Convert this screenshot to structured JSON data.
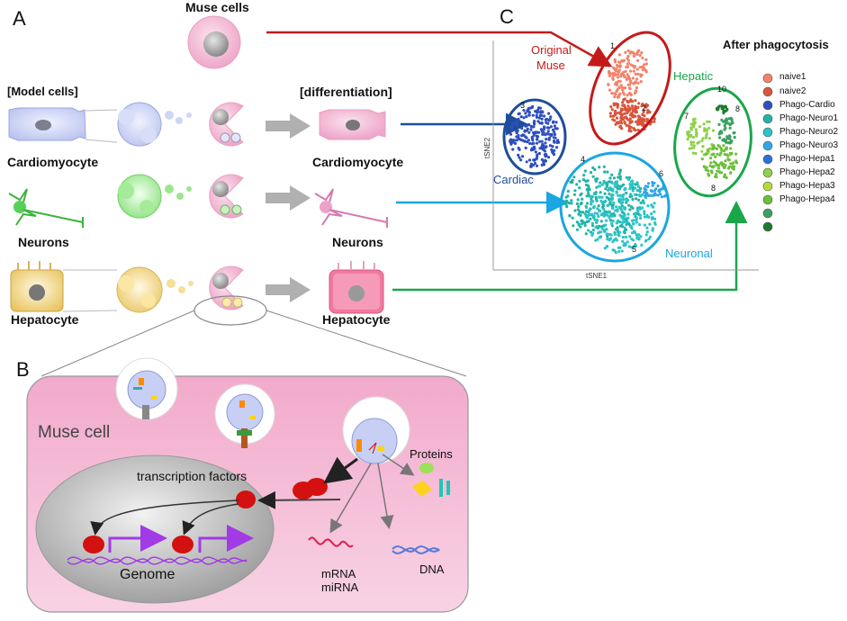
{
  "panels": {
    "a": "A",
    "b": "B",
    "c": "C"
  },
  "panel_a": {
    "muse_cells": "Muse cells",
    "model_cells": "[Model cells]",
    "differentiation": "[differentiation]",
    "rows": [
      {
        "left": "Cardiomyocyte",
        "right": "Cardiomyocyte"
      },
      {
        "left": "Neurons",
        "right": "Neurons"
      },
      {
        "left": "Hepatocyte",
        "right": "Hepatocyte"
      }
    ]
  },
  "panel_b": {
    "muse_cell": "Muse cell",
    "transcription_factors": "transcription factors",
    "proteins": "Proteins",
    "mrna": "mRNA",
    "mirna": "miRNA",
    "dna": "DNA",
    "genome": "Genome"
  },
  "panel_c": {
    "title": "After phagocytosis",
    "xlabel": "tSNE1",
    "ylabel": "tSNE2",
    "cluster_labels": {
      "original": "Original",
      "muse": "Muse",
      "cardiac": "Cardiac",
      "neuronal": "Neuronal",
      "hepatic": "Hepatic"
    },
    "numbers": [
      "1",
      "2",
      "3",
      "4",
      "5",
      "6",
      "7",
      "8",
      "8",
      "10"
    ],
    "legend": [
      {
        "label": "naive1",
        "color": "#f4826a"
      },
      {
        "label": "naive2",
        "color": "#d9553a"
      },
      {
        "label": "Phago-Cardio",
        "color": "#2f4fc0"
      },
      {
        "label": "Phago-Neuro1",
        "color": "#21b3a5"
      },
      {
        "label": "Phago-Neuro2",
        "color": "#2cc4c8"
      },
      {
        "label": "Phago-Neuro3",
        "color": "#2fa6e8"
      },
      {
        "label": "Phago-Hepa1",
        "color": "#2b6ed8"
      },
      {
        "label": "Phago-Hepa2",
        "color": "#8fd14a"
      },
      {
        "label": "Phago-Hepa3",
        "color": "#b6dc3a"
      },
      {
        "label": "Phago-Hepa4",
        "color": "#6cbf3b"
      },
      {
        "label": "",
        "color": "#3aa060"
      },
      {
        "label": "",
        "color": "#1d7a2e"
      }
    ]
  }
}
